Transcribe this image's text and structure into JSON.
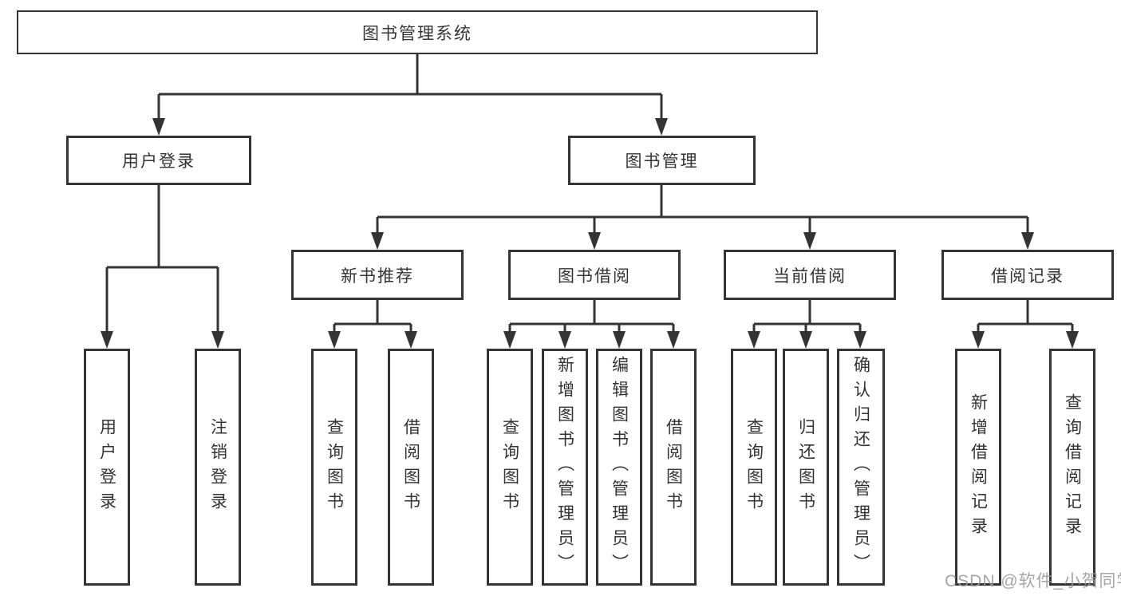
{
  "diagram": {
    "root": {
      "label": "图书管理系统"
    },
    "branches": [
      {
        "label": "用户登录",
        "leaves": [
          {
            "label": "用户登录"
          },
          {
            "label": "注销登录"
          }
        ]
      },
      {
        "label": "图书管理",
        "sections": [
          {
            "label": "新书推荐",
            "leaves": [
              {
                "label": "查询图书"
              },
              {
                "label": "借阅图书"
              }
            ]
          },
          {
            "label": "图书借阅",
            "leaves": [
              {
                "label": "查询图书"
              },
              {
                "label": "新增图书（管理员）"
              },
              {
                "label": "编辑图书（管理员）"
              },
              {
                "label": "借阅图书"
              }
            ]
          },
          {
            "label": "当前借阅",
            "leaves": [
              {
                "label": "查询图书"
              },
              {
                "label": "归还图书"
              },
              {
                "label": "确认归还（管理员）"
              }
            ]
          },
          {
            "label": "借阅记录",
            "leaves": [
              {
                "label": "新增借阅记录"
              },
              {
                "label": "查询借阅记录"
              }
            ]
          }
        ]
      }
    ]
  },
  "watermark": {
    "text": "CSDN @软件_小贺同学"
  },
  "colors": {
    "line": "#343434",
    "box_border": "#343434",
    "text": "#333333",
    "background": "#ffffff",
    "watermark": "#989898"
  }
}
